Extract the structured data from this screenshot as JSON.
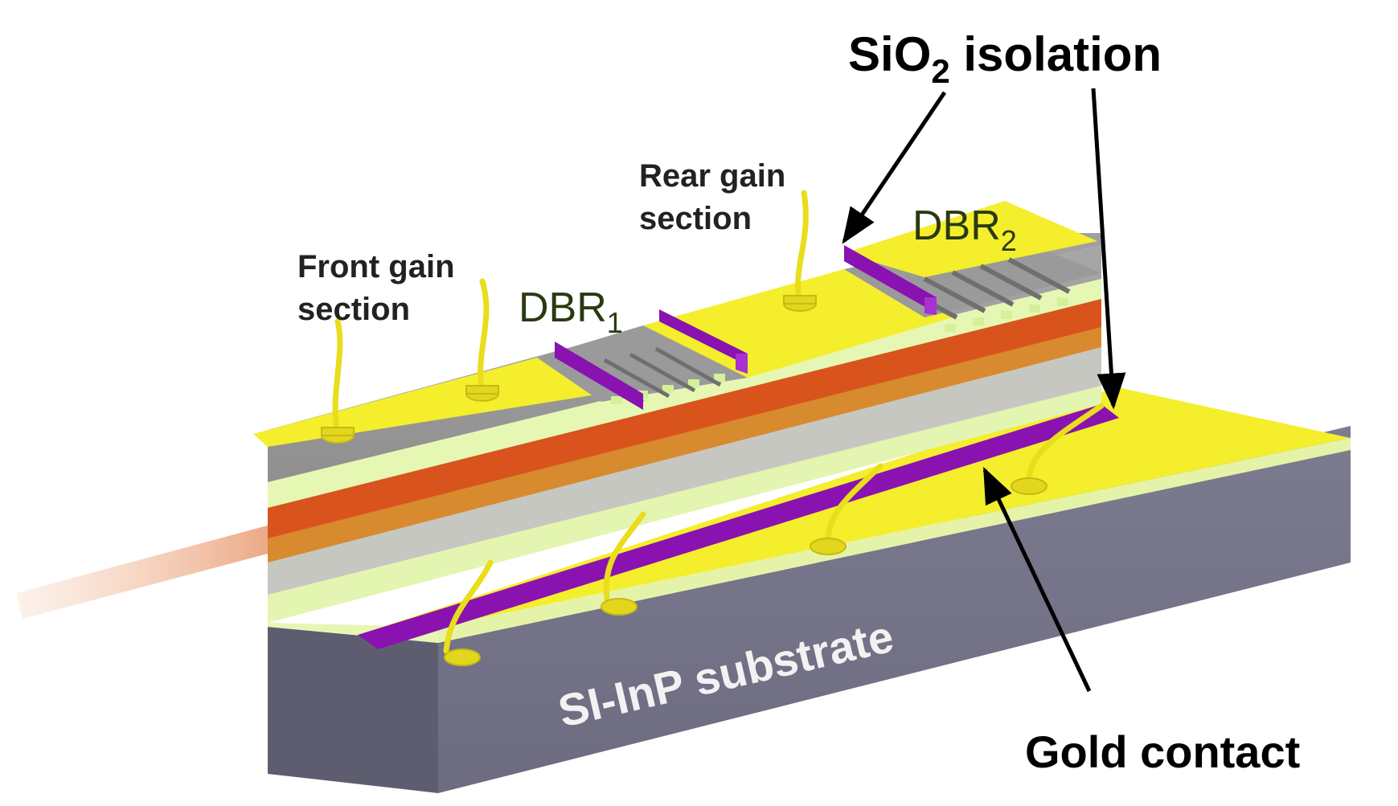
{
  "labels": {
    "sio2_prefix": "SiO",
    "sio2_subscript": "2",
    "sio2_suffix": " isolation",
    "rear_gain_line1": "Rear gain",
    "rear_gain_line2": "section",
    "front_gain_line1": "Front gain",
    "front_gain_line2": "section",
    "dbr1_main": "DBR",
    "dbr1_sub": "1",
    "dbr2_main": "DBR",
    "dbr2_sub": "2",
    "substrate": "SI-InP substrate",
    "gold_contact": "Gold contact"
  },
  "colors": {
    "gold": "#f4ee2c",
    "gold_dark": "#d8cf1a",
    "sio2": "#8a12b0",
    "cladding_grey": "#9d9d9d",
    "light_green": "#e6f7b4",
    "active_red": "#d9541d",
    "orange": "#d88a2e",
    "substrate_grey": "#78768a"
  }
}
